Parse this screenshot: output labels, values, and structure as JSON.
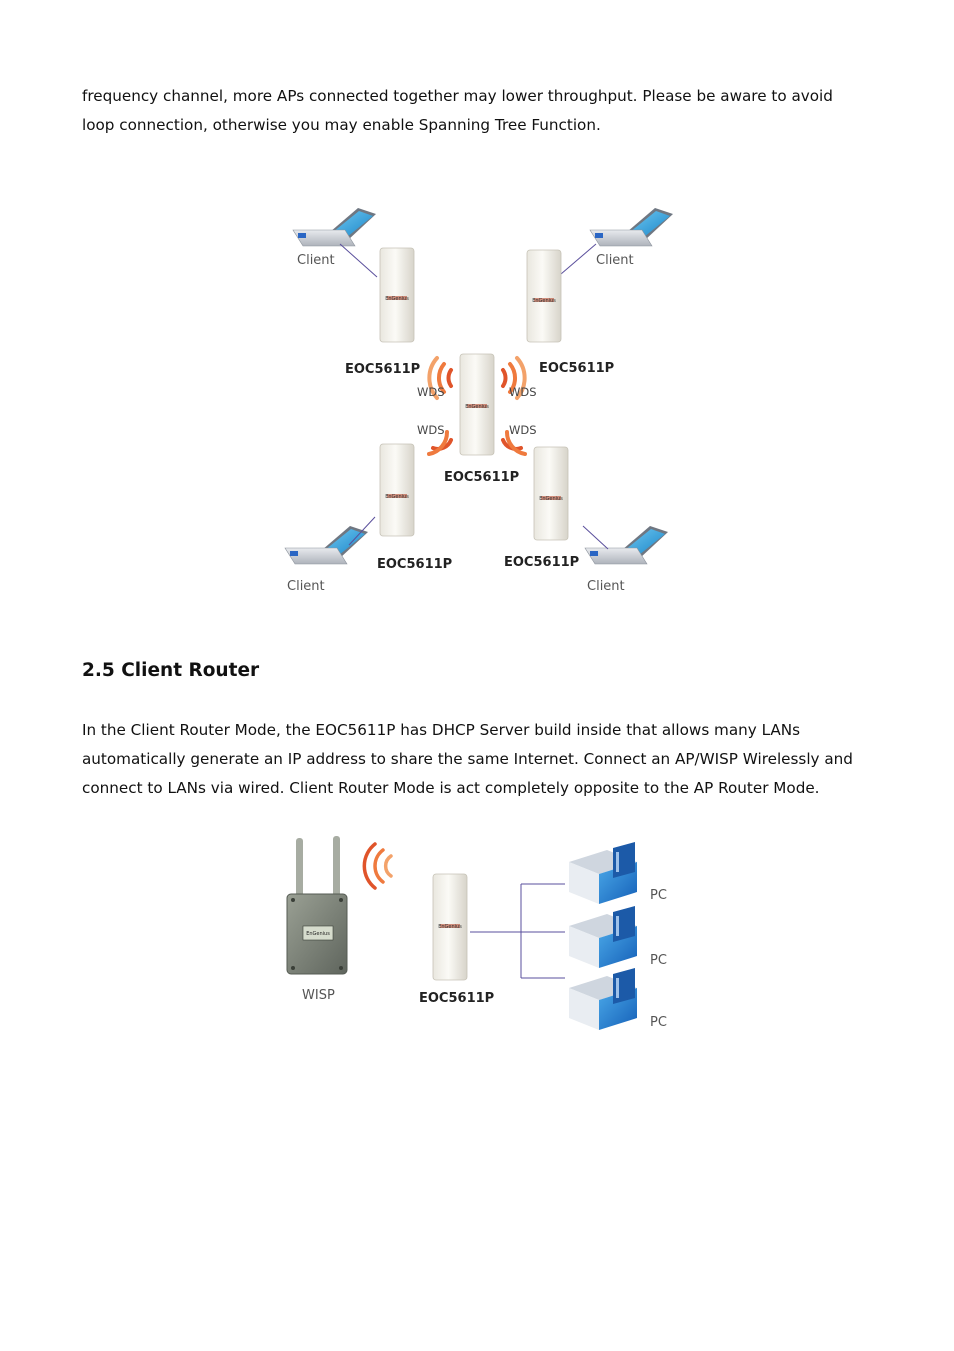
{
  "intro_lines": [
    "frequency channel, more APs connected together may lower throughput. Please be aware to avoid",
    "loop connection, otherwise you may enable Spanning Tree Function."
  ],
  "wds_figure": {
    "model_label": "EOC5611P",
    "client_label": "Client",
    "wds_label": "WDS",
    "brand_text": "EnGenius"
  },
  "section": {
    "heading": "2.5 Client Router",
    "body_lines": [
      "In the Client Router Mode, the EOC5611P has DHCP Server build inside that allows many LANs",
      "automatically generate an IP address to share the same Internet. Connect an AP/WISP Wirelessly and",
      "connect to LANs via wired. Client Router Mode is act completely opposite to the AP Router Mode."
    ]
  },
  "router_figure": {
    "wisp_label": "WISP",
    "model_label": "EOC5611P",
    "pc_label": "PC",
    "brand_text": "EnGenius"
  }
}
